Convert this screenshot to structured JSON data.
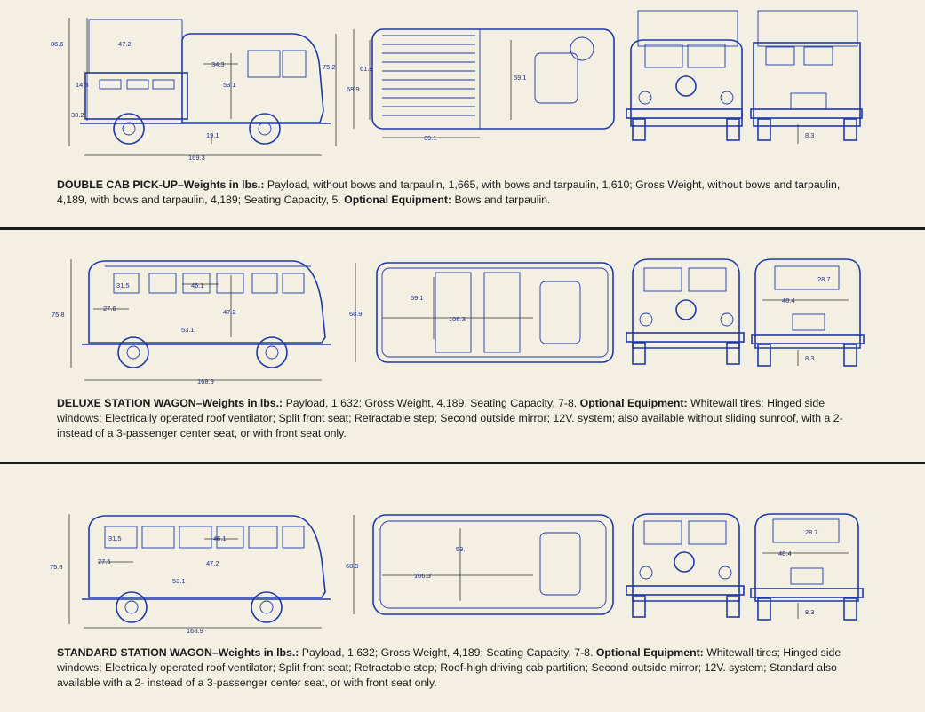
{
  "sections": [
    {
      "id": "double-cab",
      "title": "DOUBLE CAB PICK-UP–Weights in lbs.:",
      "body": " Payload, without bows and tarpaulin, 1,665, with bows and tarpaulin, 1,610; Gross Weight, without bows and tarpaulin, 4,189, with bows and tarpaulin, 4,189; Seating Capacity, 5.",
      "optional_label": "Optional Equipment:",
      "optional": " Bows and tarpaulin.",
      "dims": {
        "h_total": "86.6",
        "h_top": "47.2",
        "h_bed": "14.8",
        "h_floor": "38.2",
        "cab": "34.3",
        "h_inner": "53.1",
        "h_side": "75.2",
        "clear": "19.1",
        "length": "169.3",
        "plan_w_outer": "68.9",
        "plan_w_inner": "61.8",
        "plan_w_cab": "59.1",
        "plan_bed": "69.1",
        "ground": "8.3"
      }
    },
    {
      "id": "deluxe",
      "title": "DELUXE STATION WAGON–Weights in lbs.:",
      "body": " Payload, 1,632; Gross Weight, 4,189, Seating Capacity, 7-8.",
      "optional_label": "Optional Equipment:",
      "optional": " Whitewall tires; Hinged side windows; Electrically operated roof ventilator; Split front seat; Retractable step; Second outside mirror; 12V. system; also available without sliding sunroof, with a 2- instead of a 3-passenger center seat, or with front seat only.",
      "dims": {
        "h_total": "75.8",
        "d1": "31.5",
        "d2": "46.1",
        "d3": "27.6",
        "d4": "47.2",
        "d5": "53.1",
        "length": "168.9",
        "plan_w": "68.9",
        "plan_in": "59.1",
        "plan_len": "106.3",
        "rear_top": "28.7",
        "rear_w": "48.4",
        "ground": "8.3"
      }
    },
    {
      "id": "standard",
      "title": "STANDARD STATION WAGON–Weights in lbs.:",
      "body": " Payload, 1,632; Gross Weight, 4,189; Seating Capacity, 7-8.",
      "optional_label": "Optional Equipment:",
      "optional": " Whitewall tires; Hinged side windows; Electrically operated roof ventilator; Split front seat; Retractable step; Roof-high driving cab partition; Second outside mirror; 12V. system; Standard also available with a 2- instead of a 3-passenger center seat, or with front seat only.",
      "dims": {
        "h_total": "75.8",
        "d1": "31.5",
        "d2": "46.1",
        "d3": "27.6",
        "d4": "47.2",
        "d5": "53.1",
        "length": "168.9",
        "plan_w": "68.9",
        "plan_in": "59.",
        "plan_len": "106.3",
        "rear_top": "28.7",
        "rear_w": "48.4",
        "ground": "8.3"
      }
    }
  ],
  "colors": {
    "paper": "#f3efe2",
    "ink": "#1f3aa8",
    "rule": "#1a1a1a"
  }
}
